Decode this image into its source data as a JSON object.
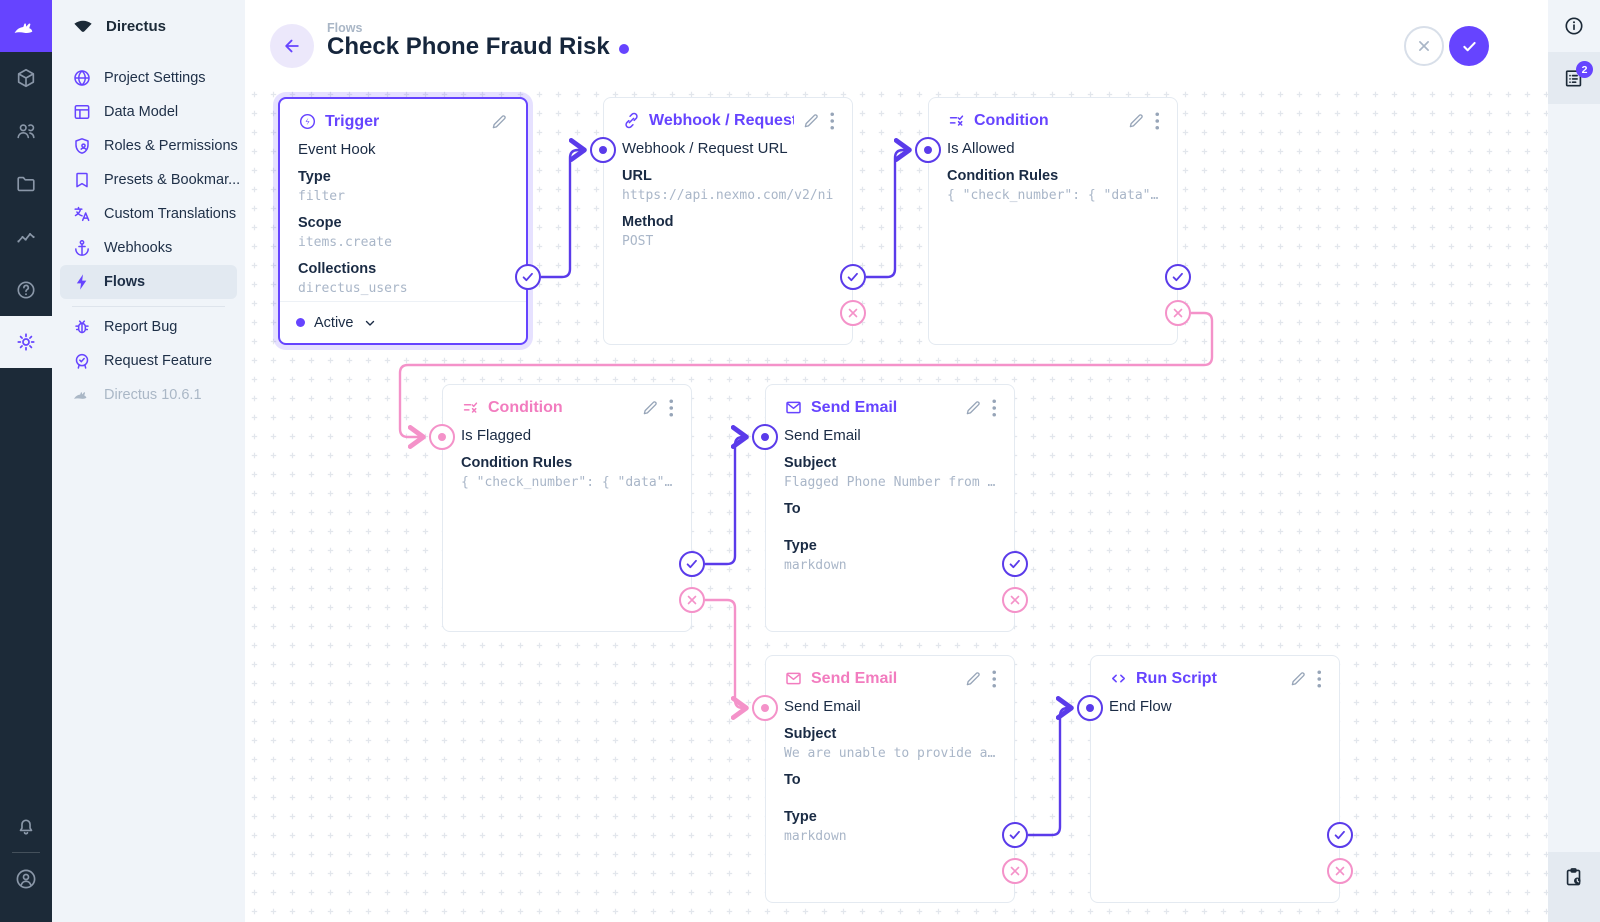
{
  "app": {
    "brand": "Directus"
  },
  "sidebar": {
    "project_name": "Directus",
    "items": [
      {
        "icon": "globe-icon",
        "label": "Project Settings"
      },
      {
        "icon": "data-model-icon",
        "label": "Data Model"
      },
      {
        "icon": "shield-person-icon",
        "label": "Roles & Permissions"
      },
      {
        "icon": "bookmark-icon",
        "label": "Presets & Bookmar..."
      },
      {
        "icon": "translate-icon",
        "label": "Custom Translations"
      },
      {
        "icon": "anchor-icon",
        "label": "Webhooks"
      },
      {
        "icon": "bolt-icon",
        "label": "Flows"
      }
    ],
    "secondary": [
      {
        "icon": "bug-icon",
        "label": "Report Bug"
      },
      {
        "icon": "badge-check-icon",
        "label": "Request Feature"
      }
    ],
    "version": "Directus 10.6.1"
  },
  "header": {
    "breadcrumb": "Flows",
    "title": "Check Phone Fraud Risk"
  },
  "rightbar": {
    "badge_count": "2"
  },
  "flow": {
    "panels": {
      "trigger": {
        "title": "Trigger",
        "name": "Event Hook",
        "fields": [
          {
            "label": "Type",
            "value": "filter"
          },
          {
            "label": "Scope",
            "value": "items.create"
          },
          {
            "label": "Collections",
            "value": "directus_users"
          }
        ],
        "status": "Active"
      },
      "webhook": {
        "title": "Webhook / Request U",
        "name": "Webhook / Request URL",
        "fields": [
          {
            "label": "URL",
            "value": "https://api.nexmo.com/v2/ni"
          },
          {
            "label": "Method",
            "value": "POST"
          }
        ]
      },
      "condition_allowed": {
        "title": "Condition",
        "name": "Is Allowed",
        "fields": [
          {
            "label": "Condition Rules",
            "value": "{ \"check_number\": { \"data\"…"
          }
        ]
      },
      "condition_flagged": {
        "title": "Condition",
        "name": "Is Flagged",
        "fields": [
          {
            "label": "Condition Rules",
            "value": "{ \"check_number\": { \"data\"…"
          }
        ]
      },
      "email_flagged": {
        "title": "Send Email",
        "name": "Send Email",
        "fields": [
          {
            "label": "Subject",
            "value": "Flagged Phone Number from …"
          },
          {
            "label": "To",
            "value": ""
          },
          {
            "label": "Type",
            "value": "markdown"
          }
        ]
      },
      "email_unable": {
        "title": "Send Email",
        "name": "Send Email",
        "fields": [
          {
            "label": "Subject",
            "value": "We are unable to provide a…"
          },
          {
            "label": "To",
            "value": ""
          },
          {
            "label": "Type",
            "value": "markdown"
          }
        ]
      },
      "run_script": {
        "title": "Run Script",
        "name": "End Flow"
      }
    }
  },
  "colors": {
    "accent": "#6644FF",
    "reject_pink": "#F492C9",
    "navy": "#1C2A38"
  }
}
